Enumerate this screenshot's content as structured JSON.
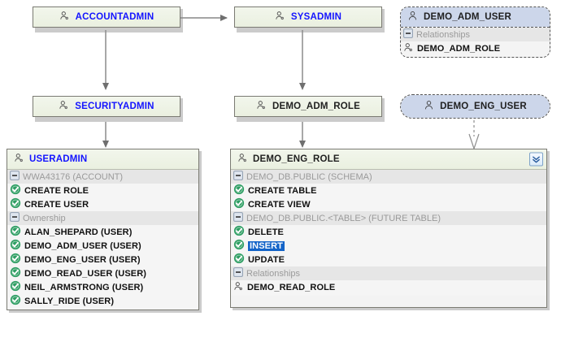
{
  "diagram": {
    "title": "Snowflake role hierarchy graph",
    "colors": {
      "role_header": "#eef3e4",
      "role_title": "#1414ff",
      "role_title_dark": "#1f1f1f",
      "user_header": "#ccd6ea",
      "group_row": "#e6e6e6",
      "group_text": "#9a9a9a",
      "check_green": "#2e9e63",
      "selection_blue": "#1464c8",
      "edge": "#6f6f6f"
    },
    "nodes": {
      "accountadmin": {
        "name": "ACCOUNTADMIN",
        "icon": "role-icon",
        "type": "role"
      },
      "sysadmin": {
        "name": "SYSADMIN",
        "icon": "role-icon",
        "type": "role"
      },
      "securityadmin": {
        "name": "SECURITYADMIN",
        "icon": "role-icon",
        "type": "role"
      },
      "demo_adm_role": {
        "name": "DEMO_ADM_ROLE",
        "icon": "role-icon",
        "type": "role"
      },
      "useradmin": {
        "name": "USERADMIN",
        "icon": "role-icon",
        "type": "role",
        "rows": [
          {
            "kind": "group",
            "icon": "collapse-minus-icon",
            "label": "WWA43176 (ACCOUNT)"
          },
          {
            "kind": "grant",
            "icon": "check-icon",
            "label": "CREATE ROLE"
          },
          {
            "kind": "grant",
            "icon": "check-icon",
            "label": "CREATE USER"
          },
          {
            "kind": "group",
            "icon": "collapse-minus-icon",
            "label": "Ownership"
          },
          {
            "kind": "grant",
            "icon": "check-icon",
            "label": "ALAN_SHEPARD (USER)"
          },
          {
            "kind": "grant",
            "icon": "check-icon",
            "label": "DEMO_ADM_USER (USER)"
          },
          {
            "kind": "grant",
            "icon": "check-icon",
            "label": "DEMO_ENG_USER (USER)"
          },
          {
            "kind": "grant",
            "icon": "check-icon",
            "label": "DEMO_READ_USER (USER)"
          },
          {
            "kind": "grant",
            "icon": "check-icon",
            "label": "NEIL_ARMSTRONG (USER)"
          },
          {
            "kind": "grant",
            "icon": "check-icon",
            "label": "SALLY_RIDE (USER)"
          }
        ]
      },
      "demo_eng_role": {
        "name": "DEMO_ENG_ROLE",
        "icon": "role-icon",
        "type": "role",
        "expander_icon": "double-chevron-down-icon",
        "rows": [
          {
            "kind": "group",
            "icon": "collapse-minus-icon",
            "label": "DEMO_DB.PUBLIC (SCHEMA)"
          },
          {
            "kind": "grant",
            "icon": "check-icon",
            "label": "CREATE TABLE"
          },
          {
            "kind": "grant",
            "icon": "check-icon",
            "label": "CREATE VIEW"
          },
          {
            "kind": "group",
            "icon": "collapse-minus-icon",
            "label": "DEMO_DB.PUBLIC.<TABLE> (FUTURE TABLE)"
          },
          {
            "kind": "grant",
            "icon": "check-icon",
            "label": "DELETE"
          },
          {
            "kind": "grant",
            "icon": "check-icon",
            "label": "INSERT",
            "selected": true
          },
          {
            "kind": "grant",
            "icon": "check-icon",
            "label": "UPDATE"
          },
          {
            "kind": "group",
            "icon": "collapse-minus-icon",
            "label": "Relationships"
          },
          {
            "kind": "role",
            "icon": "role-icon",
            "label": "DEMO_READ_ROLE"
          }
        ]
      },
      "demo_adm_user": {
        "name": "DEMO_ADM_USER",
        "icon": "user-icon",
        "type": "user",
        "rows": [
          {
            "kind": "group",
            "icon": "collapse-minus-icon",
            "label": "Relationships"
          },
          {
            "kind": "role",
            "icon": "role-icon",
            "label": "DEMO_ADM_ROLE"
          }
        ]
      },
      "demo_eng_user": {
        "name": "DEMO_ENG_USER",
        "icon": "user-icon",
        "type": "user",
        "rows": []
      }
    },
    "edges": [
      {
        "from": "ACCOUNTADMIN",
        "to": "SYSADMIN",
        "style": "solid",
        "arrow": "filled"
      },
      {
        "from": "ACCOUNTADMIN",
        "to": "SECURITYADMIN",
        "style": "solid",
        "arrow": "filled"
      },
      {
        "from": "SECURITYADMIN",
        "to": "USERADMIN",
        "style": "solid",
        "arrow": "filled"
      },
      {
        "from": "SYSADMIN",
        "to": "DEMO_ADM_ROLE",
        "style": "solid",
        "arrow": "filled"
      },
      {
        "from": "DEMO_ADM_ROLE",
        "to": "DEMO_ENG_ROLE",
        "style": "solid",
        "arrow": "filled"
      },
      {
        "from": "DEMO_ENG_USER",
        "to": "DEMO_ENG_ROLE",
        "style": "dashed",
        "arrow": "open"
      }
    ]
  }
}
